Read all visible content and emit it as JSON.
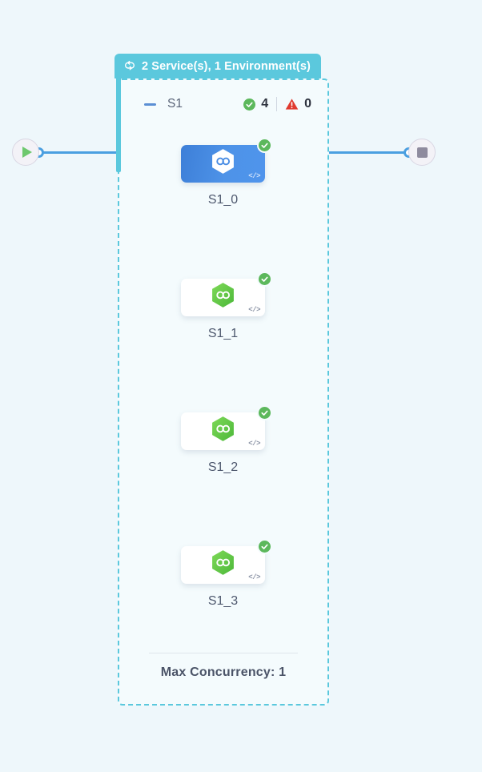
{
  "canvas": {
    "background_color": "#eef7fb"
  },
  "start_node": {
    "name": "start-node",
    "icon": "play-icon",
    "icon_color": "#6ec86e"
  },
  "end_node": {
    "name": "end-node",
    "icon": "stop-icon",
    "icon_color": "#8e8b9e"
  },
  "edges": {
    "connector_color": "#4a9fe0",
    "port_icon": "connector-port-icon"
  },
  "group": {
    "header": {
      "icon": "sync-loop-icon",
      "label": "2 Service(s), 1 Environment(s)",
      "background_color": "#5bc8dd",
      "text_color": "#ffffff"
    },
    "border_color": "#5bc8dd",
    "service_row": {
      "collapse_icon": "minus-collapse-icon",
      "name": "S1",
      "success": {
        "icon": "check-circle-icon",
        "count": "4",
        "color": "#5cb85c"
      },
      "error": {
        "icon": "warning-triangle-icon",
        "count": "0",
        "color": "#e03a2f"
      }
    },
    "nodes": [
      {
        "label": "S1_0",
        "selected": true,
        "status_icon": "check-circle-icon",
        "code_icon": "</>",
        "service_icon": "nodejs-hexagon-icon",
        "icon_color": "#ffffff",
        "card_color": "#4a8de4"
      },
      {
        "label": "S1_1",
        "selected": false,
        "status_icon": "check-circle-icon",
        "code_icon": "</>",
        "service_icon": "nodejs-hexagon-icon",
        "icon_color": "#68c848",
        "card_color": "#ffffff"
      },
      {
        "label": "S1_2",
        "selected": false,
        "status_icon": "check-circle-icon",
        "code_icon": "</>",
        "service_icon": "nodejs-hexagon-icon",
        "icon_color": "#68c848",
        "card_color": "#ffffff"
      },
      {
        "label": "S1_3",
        "selected": false,
        "status_icon": "check-circle-icon",
        "code_icon": "</>",
        "service_icon": "nodejs-hexagon-icon",
        "icon_color": "#68c848",
        "card_color": "#ffffff"
      }
    ],
    "footer": {
      "label": "Max Concurrency: 1"
    }
  }
}
